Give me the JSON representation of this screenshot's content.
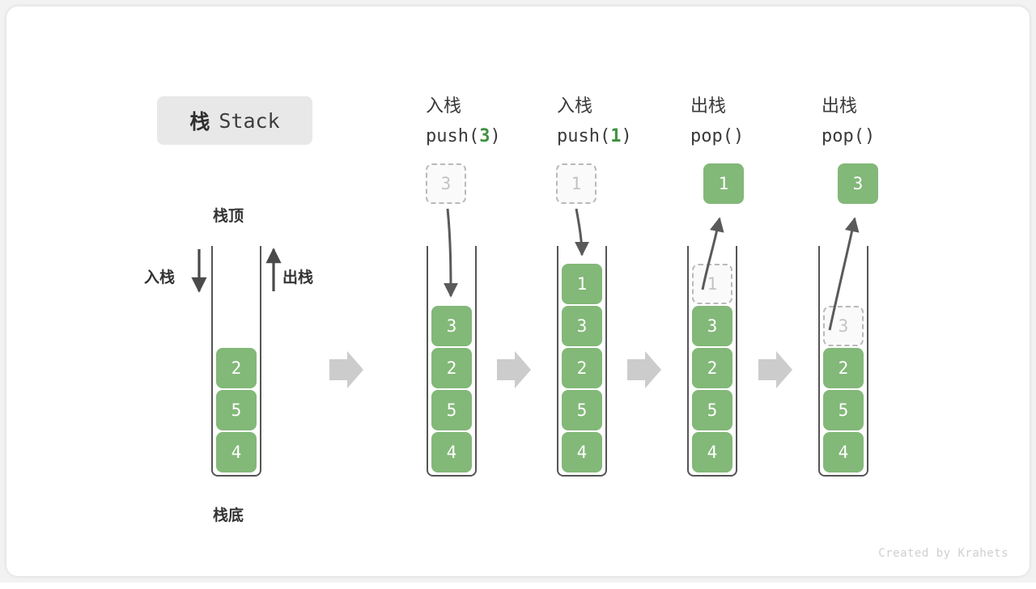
{
  "title": {
    "cn": "栈",
    "en": "Stack"
  },
  "labels": {
    "top": "栈顶",
    "bottom": "栈底",
    "push_side": "入栈",
    "pop_side": "出栈"
  },
  "colors": {
    "cell_green": "#82b878",
    "accent_green": "#3f9140",
    "ghost_border": "#b9b9b9",
    "ghost_text": "#c3c3c3",
    "tube_line": "#555555",
    "arrow_gray": "#5a5a5a",
    "chevron_gray": "#cccccc",
    "badge_bg": "#e8e8e8"
  },
  "credit": "Created by Krahets",
  "columns": [
    {
      "id": "initial",
      "head_cn": "",
      "head_code": "",
      "head_arg": "",
      "cells": [
        {
          "value": "2",
          "state": "solid"
        },
        {
          "value": "5",
          "state": "solid"
        },
        {
          "value": "4",
          "state": "solid"
        }
      ],
      "floating": null,
      "popped": null
    },
    {
      "id": "push-3",
      "head_cn": "入栈",
      "head_code_prefix": "push(",
      "head_arg": "3",
      "head_code_suffix": ")",
      "cells": [
        {
          "value": "3",
          "state": "solid"
        },
        {
          "value": "2",
          "state": "solid"
        },
        {
          "value": "5",
          "state": "solid"
        },
        {
          "value": "4",
          "state": "solid"
        }
      ],
      "floating": {
        "value": "3",
        "state": "ghost"
      },
      "popped": null
    },
    {
      "id": "push-1",
      "head_cn": "入栈",
      "head_code_prefix": "push(",
      "head_arg": "1",
      "head_code_suffix": ")",
      "cells": [
        {
          "value": "1",
          "state": "solid"
        },
        {
          "value": "3",
          "state": "solid"
        },
        {
          "value": "2",
          "state": "solid"
        },
        {
          "value": "5",
          "state": "solid"
        },
        {
          "value": "4",
          "state": "solid"
        }
      ],
      "floating": {
        "value": "1",
        "state": "ghost"
      },
      "popped": null
    },
    {
      "id": "pop-1",
      "head_cn": "出栈",
      "head_code_prefix": "pop(",
      "head_arg": "",
      "head_code_suffix": ")",
      "cells": [
        {
          "value": "1",
          "state": "ghost"
        },
        {
          "value": "3",
          "state": "solid"
        },
        {
          "value": "2",
          "state": "solid"
        },
        {
          "value": "5",
          "state": "solid"
        },
        {
          "value": "4",
          "state": "solid"
        }
      ],
      "floating": null,
      "popped": {
        "value": "1",
        "state": "solid"
      }
    },
    {
      "id": "pop-2",
      "head_cn": "出栈",
      "head_code_prefix": "pop(",
      "head_arg": "",
      "head_code_suffix": ")",
      "cells": [
        {
          "value": "3",
          "state": "ghost"
        },
        {
          "value": "2",
          "state": "solid"
        },
        {
          "value": "5",
          "state": "solid"
        },
        {
          "value": "4",
          "state": "solid"
        }
      ],
      "floating": null,
      "popped": {
        "value": "3",
        "state": "solid"
      }
    }
  ]
}
